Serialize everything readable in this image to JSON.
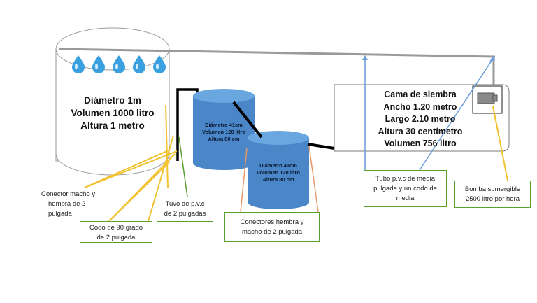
{
  "big_tank": {
    "lines": [
      "Diámetro 1m",
      "Volumen 1000 litro",
      "Altura 1 metro"
    ],
    "water_drop_count": 5
  },
  "tank_one": {
    "lines": [
      "Diámetro 41cm",
      "Volumen 120 litro",
      "Altura 80 cm"
    ]
  },
  "tank_two": {
    "lines": [
      "Diámetro 41cm",
      "Volumen 120 litro",
      "Altura 80 cm"
    ]
  },
  "grow_bed": {
    "lines": [
      "Cama de siembra",
      "Ancho 1.20 metro",
      "Largo 2.10 metro",
      "Altura 30 centímetro",
      "Volumen 756 litro"
    ]
  },
  "callouts": {
    "connector": [
      "Conector macho y",
      "hembra de 2",
      "pulgada"
    ],
    "elbow": [
      "Codo de 90 grado",
      "de 2 pulgada"
    ],
    "pvc_pipe": [
      "Tuvo de p.v.c",
      "de 2 pulgadas"
    ],
    "female_male_connectors": [
      "Conectores hembra y",
      "macho de 2 pulgada"
    ],
    "pvc_tube_elbow": [
      "Tubo p.v.c de media",
      "pulgada y un codo de",
      "media"
    ],
    "pump": [
      "Bomba sumergible",
      "2500 litro por hora"
    ]
  },
  "colors": {
    "tank_blue": "#4a86c8",
    "tank_top": "#6aa6e0",
    "outline_gray": "#9a9a9a",
    "pipe_black": "#000000",
    "callout_yellow": "#f2c230",
    "callout_green": "#5aa02c",
    "callout_orange": "#e89a6a",
    "callout_blue": "#6a9ad8",
    "drop_blue": "#3aa0e0"
  }
}
